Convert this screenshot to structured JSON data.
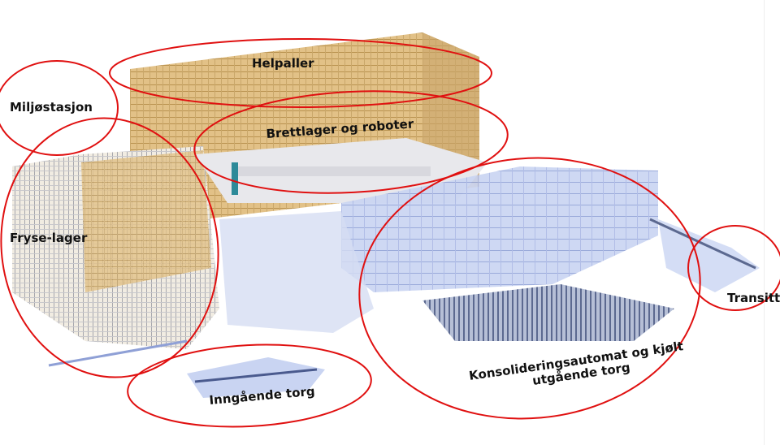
{
  "diagram": {
    "colors": {
      "outline": "#e01010",
      "rack": "#d9b06a",
      "steel": "#9aa4b4",
      "blue": "#8fa4e0"
    },
    "labels": {
      "helpaller": "Helpaller",
      "miljostasjon": "Miljøstasjon",
      "brettlager": "Brettlager og roboter",
      "fryselager": "Fryse-lager",
      "transitt": "Transitt",
      "konsolidering_line1": "Konsolideringsautomat og kjølt",
      "konsolidering_line2": "utgående torg",
      "inngaende": "Inngående torg"
    }
  }
}
